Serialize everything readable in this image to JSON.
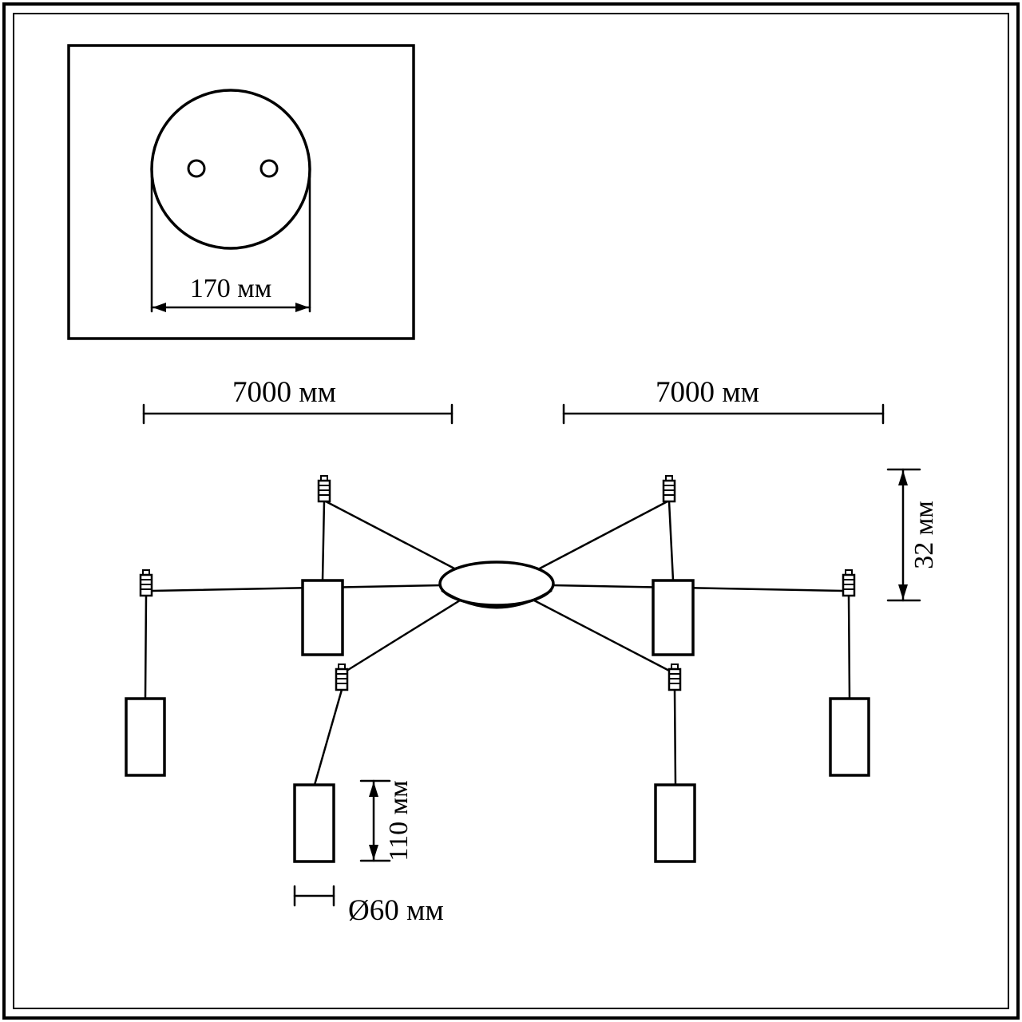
{
  "drawing": {
    "title": "Ceiling light dimensional drawing",
    "ink_color": "#000000",
    "background_color": "#ffffff",
    "dimensions": {
      "mount_plate_diameter": "170 мм",
      "cable_length_left": "7000 мм",
      "cable_length_right": "7000 мм",
      "connector_height": "32 мм",
      "shade_height": "110 мм",
      "shade_diameter": "Ø60 мм"
    }
  }
}
